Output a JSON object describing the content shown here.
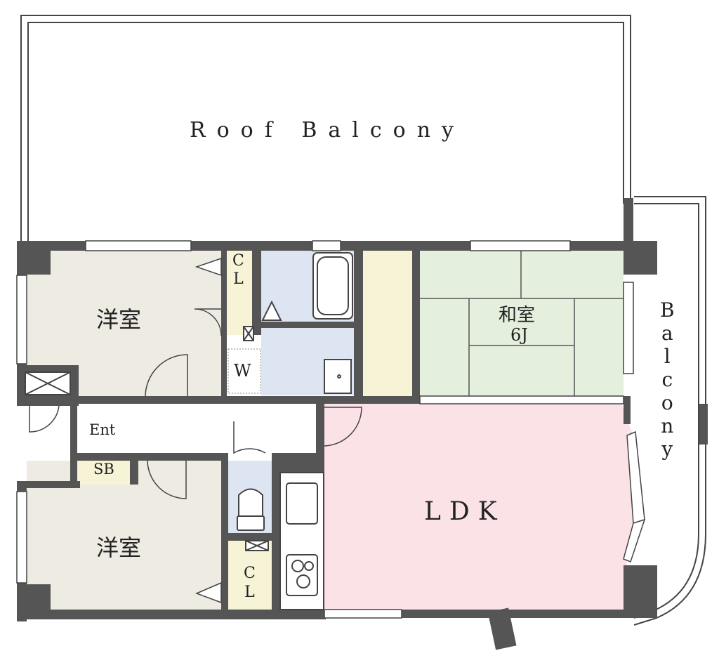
{
  "floorplan": {
    "roof_balcony": "Roof Balcony",
    "balcony_letters": [
      "B",
      "a",
      "l",
      "c",
      "o",
      "n",
      "y"
    ],
    "western_room_top": "洋室",
    "western_room_bottom": "洋室",
    "japanese_room_name": "和室",
    "japanese_room_size": "6J",
    "ldk": "LDK",
    "entrance": "Ent",
    "shoe_box": "SB",
    "washroom": "W",
    "closet_top": [
      "C",
      "L"
    ],
    "closet_bottom": [
      "C",
      "L"
    ]
  },
  "colors": {
    "wall": "#555555",
    "western_room": "#eeebe2",
    "japanese_room": "#e4efde",
    "ldk": "#fbe2e6",
    "wet_area": "#dde4f2",
    "closet": "#f7f3d6"
  }
}
